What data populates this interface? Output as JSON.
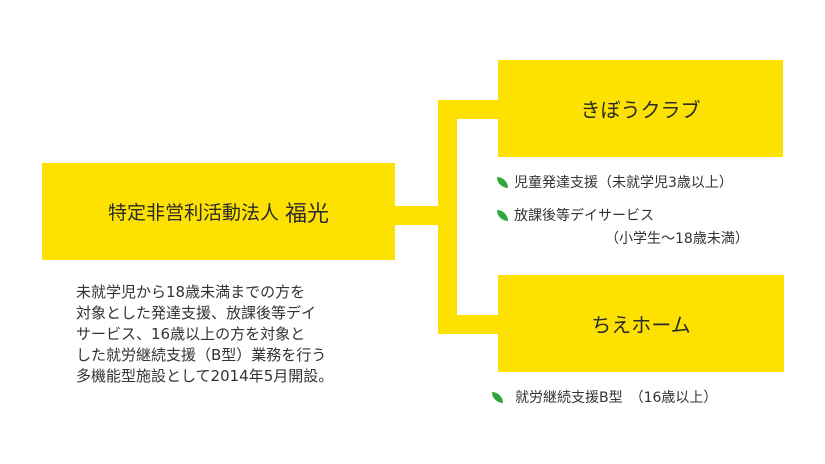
{
  "org": {
    "name": "特定非営利活動法人",
    "name_strong": "福光",
    "description": [
      "未就学児から18歳未満までの方を",
      "対象とした発達支援、放課後等デイ",
      "サービス、16歳以上の方を対象と",
      "した就労継続支援（B型）業務を行う",
      "多機能型施設として2014年5月開設。"
    ]
  },
  "facilities": [
    {
      "name": "きぼうクラブ",
      "services": [
        {
          "label": "児童発達支援（未就学児3歳以上）"
        },
        {
          "label": "放課後等デイサービス",
          "note": "（小学生～18歳未満）"
        }
      ]
    },
    {
      "name": "ちえホーム",
      "services": [
        {
          "label": "就労継続支援B型　（16歳以上）"
        }
      ]
    }
  ],
  "colors": {
    "box": "#fde100",
    "leaf": "#2ea83a"
  }
}
